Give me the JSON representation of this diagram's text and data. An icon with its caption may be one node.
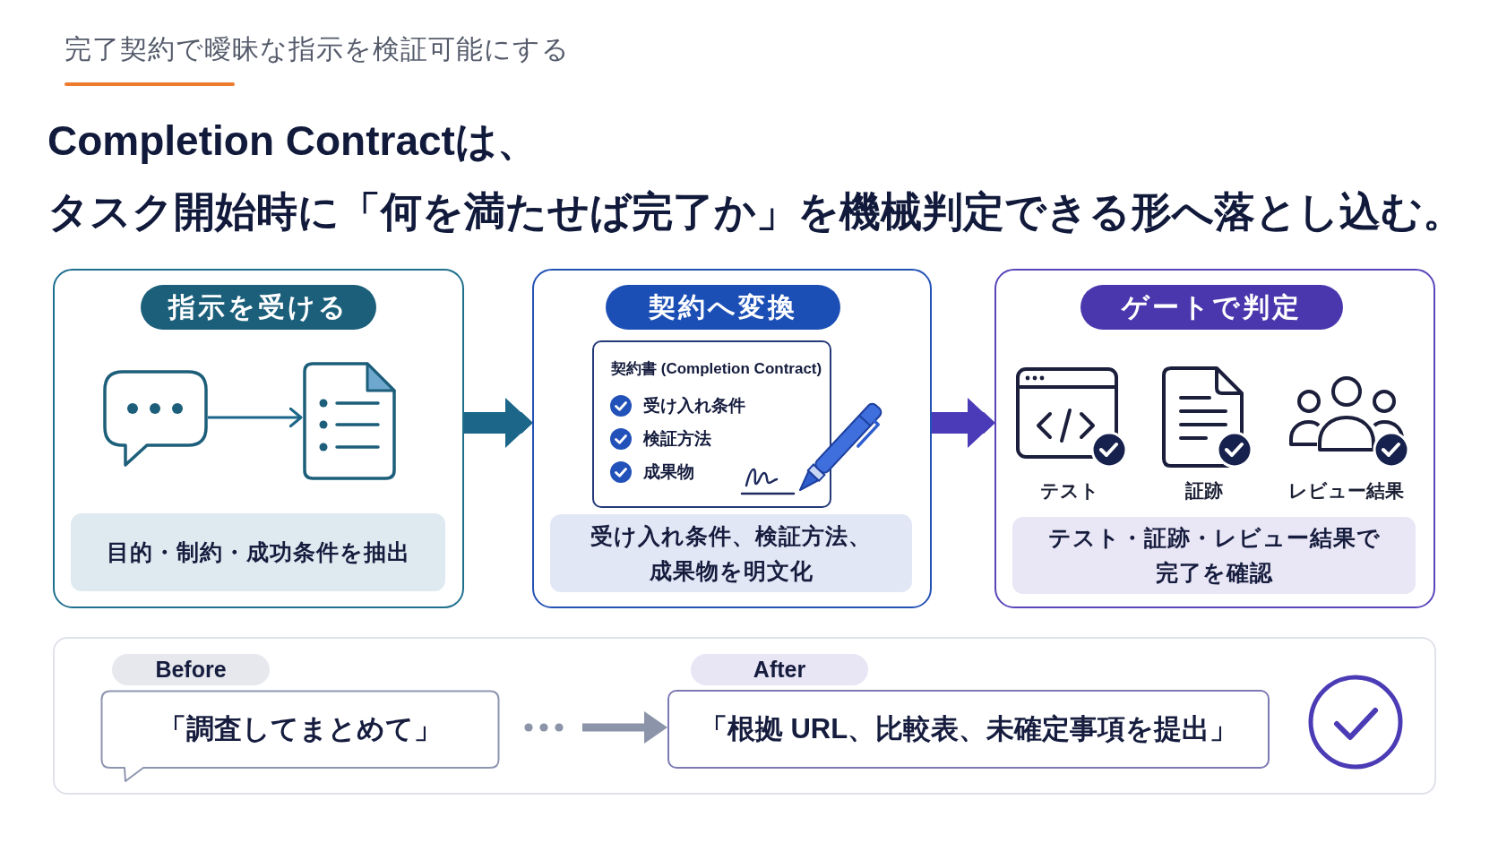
{
  "diagram": {
    "title": "Completion Contractは、タスク開始時に「何を満たせば完了か」を機械判定できる形へ落とし込む。",
    "nodes": [
      {
        "text": [],
        "shape": "box"
      },
      {
        "text": [
          "指示を受ける"
        ],
        "in": 0
      },
      {
        "text": [],
        "shape": "bubble",
        "in": 0
      },
      {
        "text": [],
        "shape": "document",
        "in": 0
      },
      {
        "text": [
          "目的・制約・成功条件を抽出"
        ],
        "in": 0
      },
      {
        "text": [],
        "shape": "box"
      },
      {
        "text": [
          "契約へ変換"
        ],
        "in": 5
      },
      {
        "text": [
          "契約書 (Completion Contract)",
          "受け入れ条件",
          "検証方法",
          "成果物"
        ],
        "in": 5
      },
      {
        "text": [
          "受け入れ条件、検証方法、成果物を明文化"
        ],
        "in": 5
      },
      {
        "text": [
          "テスト",
          "証跡",
          "レビュー結果"
        ]
      },
      {
        "text": [
          "ゲートで判定"
        ],
        "in": 9
      },
      {
        "text": [
          "テスト・証跡・レビュー結果で完了を確認"
        ],
        "in": 9
      },
      {
        "text": [],
        "shape": "box"
      },
      {
        "text": [
          "Before"
        ],
        "in": 12
      },
      {
        "text": [
          "「調査してまとめて」"
        ],
        "in": 12
      },
      {
        "text": [
          "After"
        ],
        "in": 12
      },
      {
        "text": [
          "「根拠 URL、比較表、未確定事項を提出」"
        ],
        "in": 12
      }
    ],
    "edges": [
      {
        "from": 0,
        "to": 5,
        "arrow": "to",
        "style": "thick"
      },
      {
        "from": 5,
        "to": 9,
        "arrow": "to",
        "style": "thick",
        "color": "#4b3bb8"
      },
      {
        "from": 2,
        "to": 3,
        "arrow": "to"
      },
      {
        "from": 14,
        "to": 16,
        "arrow": "to",
        "style": "dashed",
        "color": "#8b94a8"
      }
    ],
    "labels": [
      "完了契約で曖昧な指示を検証可能にする"
    ]
  }
}
